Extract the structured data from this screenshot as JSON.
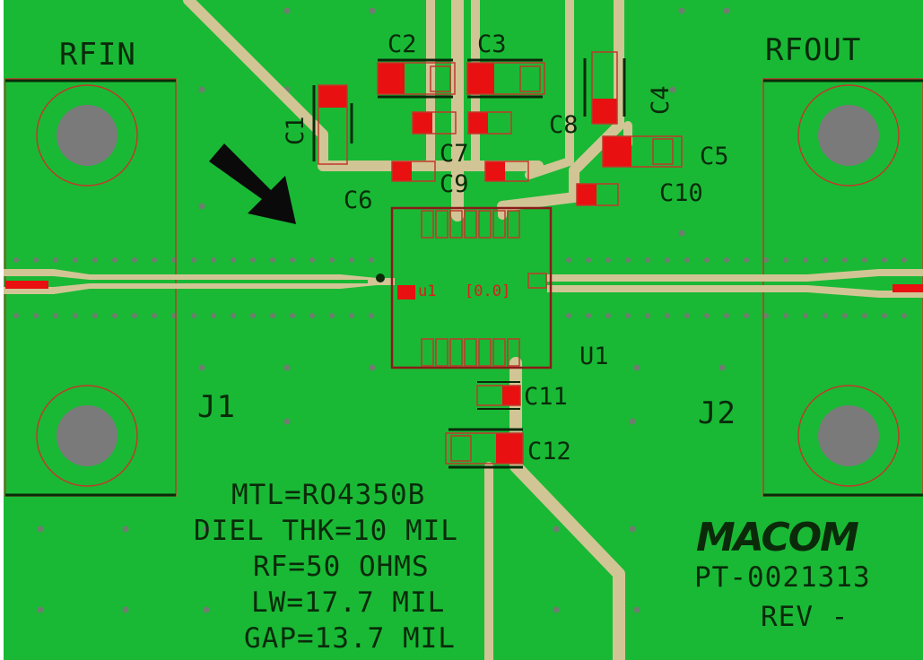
{
  "connectors": {
    "left": "RFIN",
    "right": "RFOUT",
    "j1": "J1",
    "j2": "J2"
  },
  "components": {
    "c1": "C1",
    "c2": "C2",
    "c3": "C3",
    "c4": "C4",
    "c5": "C5",
    "c6": "C6",
    "c7": "C7",
    "c8": "C8",
    "c9": "C9",
    "c10": "C10",
    "c11": "C11",
    "c12": "C12",
    "u1": "U1",
    "u1_pad_label": "u1",
    "u1_pad_value": "[0.0]"
  },
  "notes": {
    "line1": "MTL=RO4350B",
    "line2": "DIEL THK=10 MIL",
    "line3": "RF=50 OHMS",
    "line4": "LW=17.7 MIL",
    "line5": "GAP=13.7 MIL"
  },
  "brand": {
    "logo": "MACOM",
    "part_number": "PT-0021313",
    "revision": "REV -"
  },
  "colors": {
    "board": "#19b935",
    "trace": "#d2c595",
    "copper_pad": "#e81010",
    "outline": "#c0392b",
    "silkscreen": "#0a2a0a",
    "via": "#777777",
    "hole": "#7a7a7a"
  },
  "icons": {
    "pointer": "arrow-icon"
  }
}
